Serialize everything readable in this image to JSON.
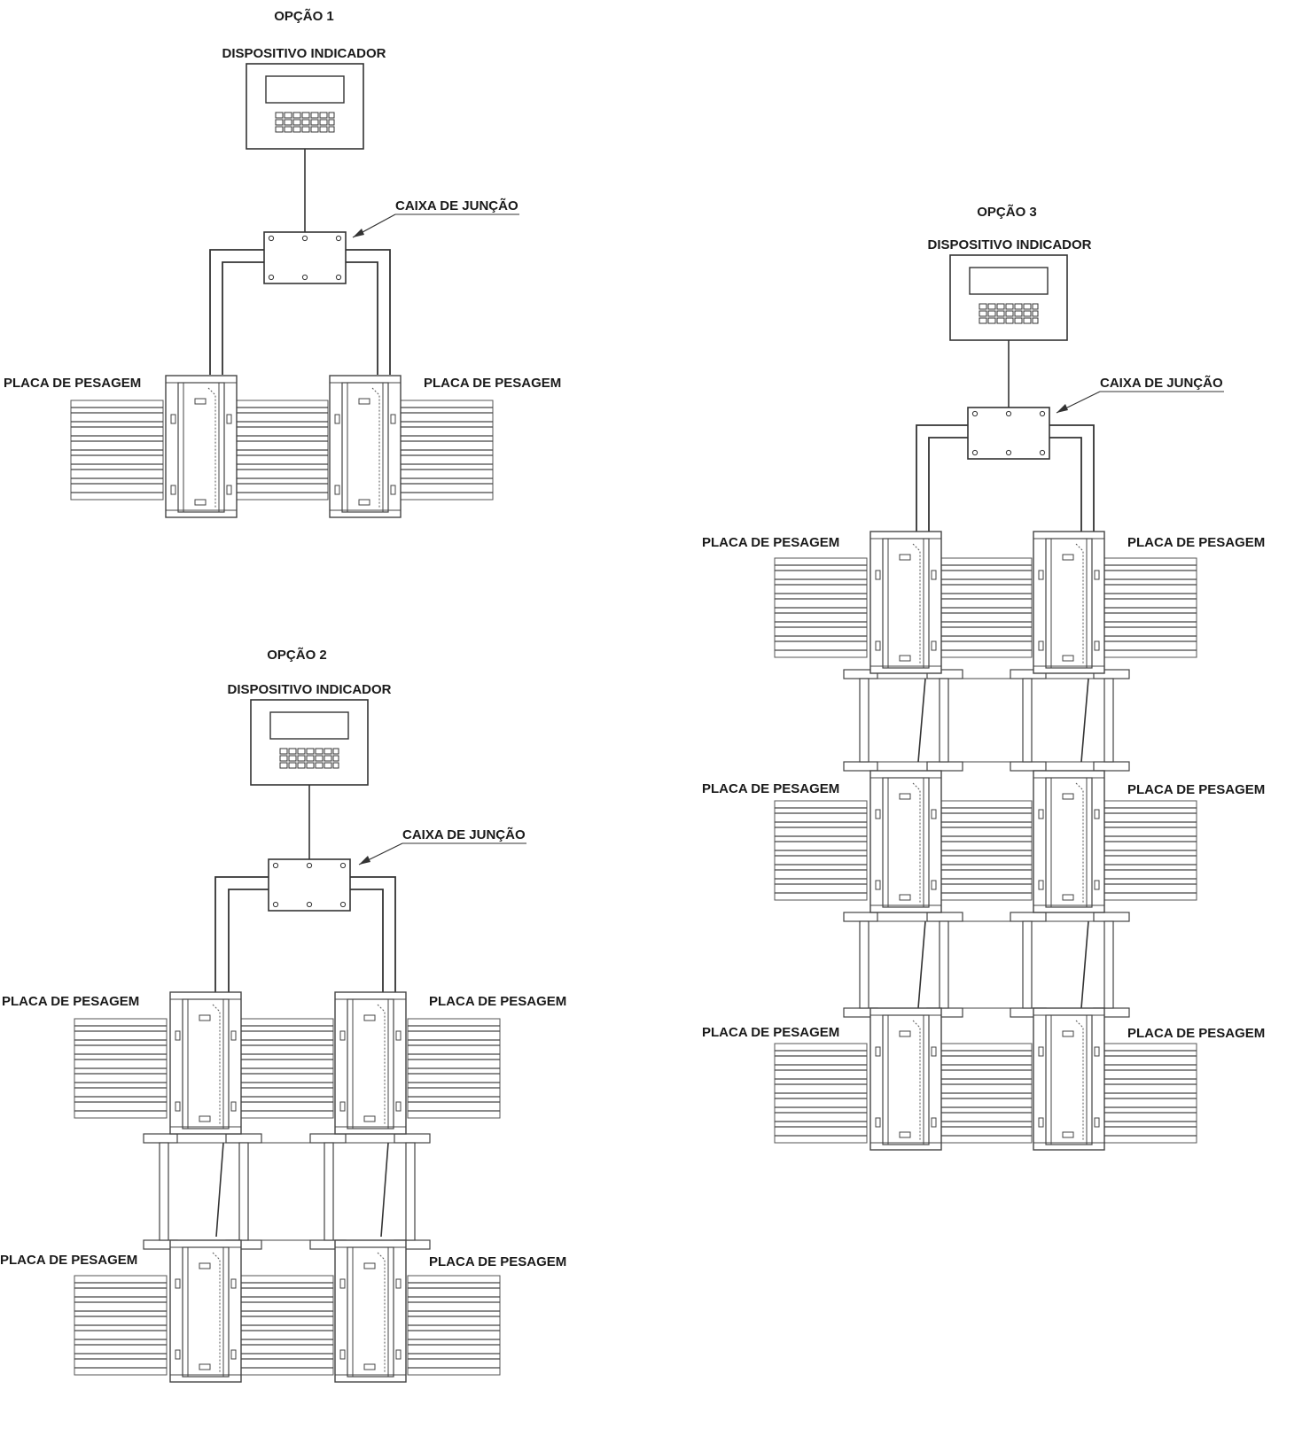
{
  "diagrams": [
    {
      "id": "option-1",
      "title": "OPÇÃO 1",
      "indicator_label": "DISPOSITIVO INDICADOR",
      "junction_label": "CAIXA DE JUNÇÃO",
      "plates": [
        {
          "label": "PLACA DE PESAGEM",
          "side": "left"
        },
        {
          "label": "PLACA DE PESAGEM",
          "side": "right"
        }
      ]
    },
    {
      "id": "option-2",
      "title": "OPÇÃO 2",
      "indicator_label": "DISPOSITIVO INDICADOR",
      "junction_label": "CAIXA DE JUNÇÃO",
      "plates": [
        {
          "label": "PLACA DE PESAGEM",
          "side": "left"
        },
        {
          "label": "PLACA DE PESAGEM",
          "side": "right"
        },
        {
          "label": "PLACA DE PESAGEM",
          "side": "left"
        },
        {
          "label": "PLACA DE PESAGEM",
          "side": "right"
        }
      ]
    },
    {
      "id": "option-3",
      "title": "OPÇÃO 3",
      "indicator_label": "DISPOSITIVO INDICADOR",
      "junction_label": "CAIXA DE JUNÇÃO",
      "plates": [
        {
          "label": "PLACA DE PESAGEM",
          "side": "left"
        },
        {
          "label": "PLACA DE PESAGEM",
          "side": "right"
        },
        {
          "label": "PLACA DE PESAGEM",
          "side": "left"
        },
        {
          "label": "PLACA DE PESAGEM",
          "side": "right"
        },
        {
          "label": "PLACA DE PESAGEM",
          "side": "left"
        },
        {
          "label": "PLACA DE PESAGEM",
          "side": "right"
        }
      ]
    }
  ]
}
